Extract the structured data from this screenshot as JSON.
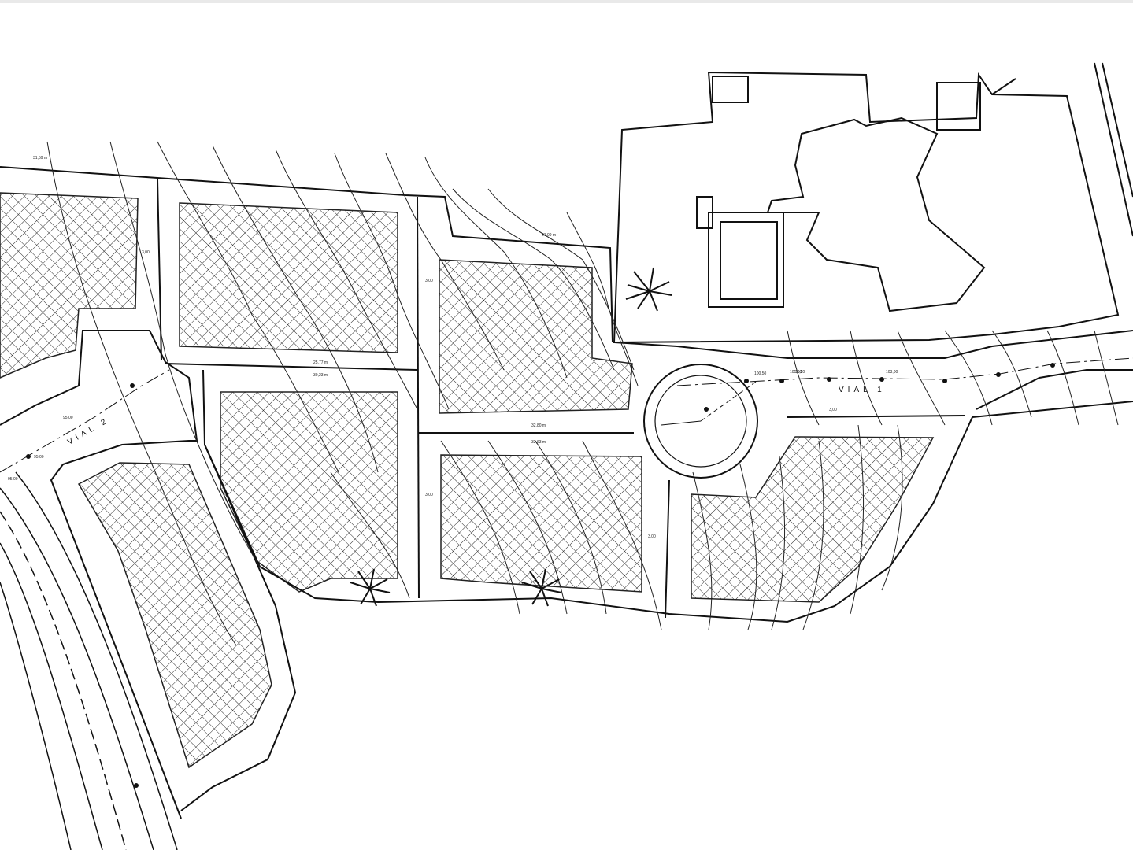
{
  "roads": {
    "vial1": "VIAL 1",
    "vial2": "VIAL 2"
  },
  "dimensions": {
    "d1": "31,59 m",
    "d2": "31,09 m",
    "d3": "32,80 m",
    "d4": "32,63 m",
    "d5": "25,77 m",
    "d6": "30,23 m",
    "d7": "103,00",
    "d8": "100,50",
    "d9": "101,00",
    "d10": "95,00",
    "d11": "95,00",
    "d12": "95,00",
    "d13": "3,00",
    "d14": "3,00",
    "d15": "3,00",
    "d16": "3,00",
    "d17": "3,00",
    "d18": "11,20"
  },
  "colors": {
    "line": "#111111",
    "hatch": "#333333",
    "background": "#ffffff"
  }
}
